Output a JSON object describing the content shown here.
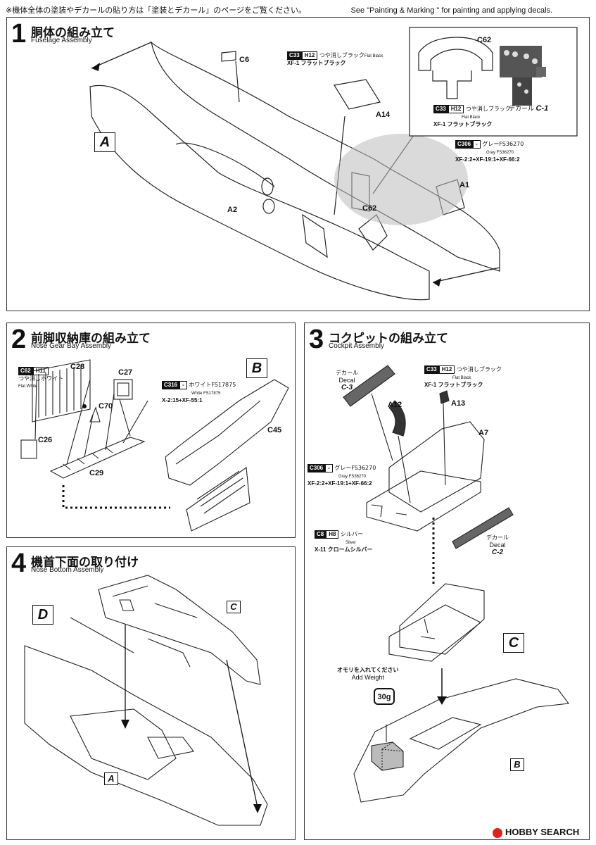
{
  "header": {
    "note_jp": "※機体全体の塗装やデカールの貼り方は「塗装とデカール」のページをご覧ください。",
    "note_en": "See \"Painting & Marking \" for painting and applying decals."
  },
  "step1": {
    "number": "1",
    "title_jp": "胴体の組み立て",
    "title_en": "Fuselage Assembly",
    "parts": {
      "c6": "C6",
      "a14": "A14",
      "c62": "C62",
      "c62_inset": "C62",
      "a1": "A1",
      "a2": "A2"
    },
    "view_letter": "A",
    "paint_c33": {
      "code": "C33",
      "h": "H12",
      "jp": "つや消しブラック",
      "en": "Flat Black",
      "xf": "XF-1 フラットブラック"
    },
    "paint_c33_inset": {
      "code": "C33",
      "h": "H12",
      "jp": "つや消しブラック",
      "en": "Flat Black",
      "xf": "XF-1 フラットブラック"
    },
    "decal_inset": "デカール",
    "decal_inset_no": "C-1",
    "paint_c306": {
      "code": "C306",
      "h": "-",
      "jp": "グレーFS36270",
      "en": "Gray FS36270",
      "mix": "XF-2:2+XF-19:1+XF-66:2"
    }
  },
  "step2": {
    "number": "2",
    "title_jp": "前脚収納庫の組み立て",
    "title_en": "Nose Gear Bay Assembly",
    "parts": {
      "c28": "C28",
      "c27": "C27",
      "c70": "C70",
      "c26": "C26",
      "c29": "C29",
      "c45": "C45"
    },
    "view_letter": "B",
    "paint_c62": {
      "code": "C62",
      "h": "H11",
      "jp": "つや消しホワイト",
      "en": "Flat White"
    },
    "paint_c316": {
      "code": "C316",
      "h": "-",
      "jp": "ホワイトFS17875",
      "en": "White FS17875",
      "mix": "X-2:15+XF-55:1"
    }
  },
  "step3": {
    "number": "3",
    "title_jp": "コクピットの組み立て",
    "title_en": "Cockpit Assembly",
    "parts": {
      "a12": "A12",
      "a13": "A13",
      "a7": "A7"
    },
    "decal_c3": {
      "jp": "デカール",
      "en": "Decal",
      "no": "C-3"
    },
    "decal_c2": {
      "jp": "デカール",
      "en": "Decal",
      "no": "C-2"
    },
    "paint_c33": {
      "code": "C33",
      "h": "H12",
      "jp": "つや消しブラック",
      "en": "Flat Black",
      "xf": "XF-1 フラットブラック"
    },
    "paint_c306": {
      "code": "C306",
      "h": "-",
      "jp": "グレーFS36270",
      "en": "Gray FS36270",
      "mix": "XF-2:2+XF-19:1+XF-66:2"
    },
    "paint_c8": {
      "code": "C8",
      "h": "H8",
      "jp": "シルバー",
      "en": "Silver",
      "xf": "X-11 クロームシルバー"
    },
    "view_letter_c": "C",
    "view_letter_b": "B",
    "weight_jp": "オモリを入れてください",
    "weight_en": "Add Weight",
    "weight_value": "30g"
  },
  "step4": {
    "number": "4",
    "title_jp": "機首下面の取り付け",
    "title_en": "Nose Bottom Assembly",
    "view_letter_d": "D",
    "view_letter_c": "C",
    "view_letter_a": "A"
  },
  "watermark": "HOBBY SEARCH"
}
